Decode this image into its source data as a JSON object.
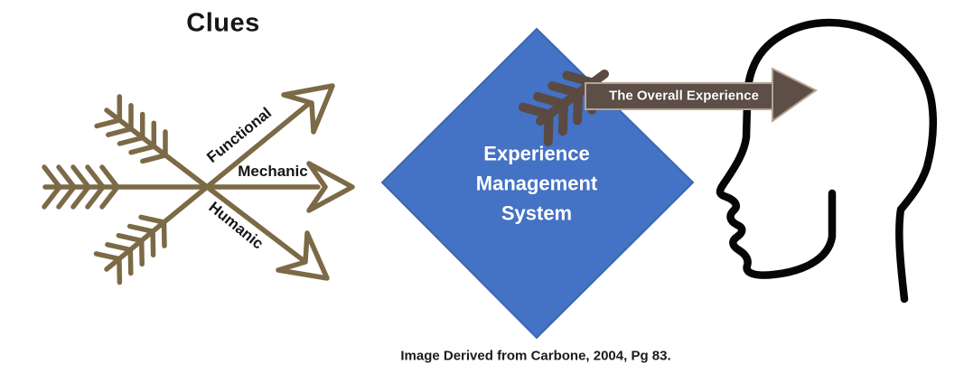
{
  "title": "Clues",
  "clues": {
    "labels": {
      "functional": "Functional",
      "mechanic": "Mechanic",
      "humanic": "Humanic"
    }
  },
  "diamond": {
    "line1": "Experience",
    "line2": "Management",
    "line3": "System"
  },
  "overall_arrow": {
    "label": "The Overall Experience"
  },
  "caption": "Image Derived from Carbone, 2004, Pg 83.",
  "colors": {
    "clues_arrow": "#7c6a46",
    "diamond": "#4472c4",
    "diamond_border": "#3c66b3",
    "overall_arrow": "#5d4f48",
    "overall_arrow_outline": "#b3a492",
    "fletch_dark": "#5a4a42",
    "head_outline": "#060606",
    "text_dark": "#1a1a1a"
  }
}
